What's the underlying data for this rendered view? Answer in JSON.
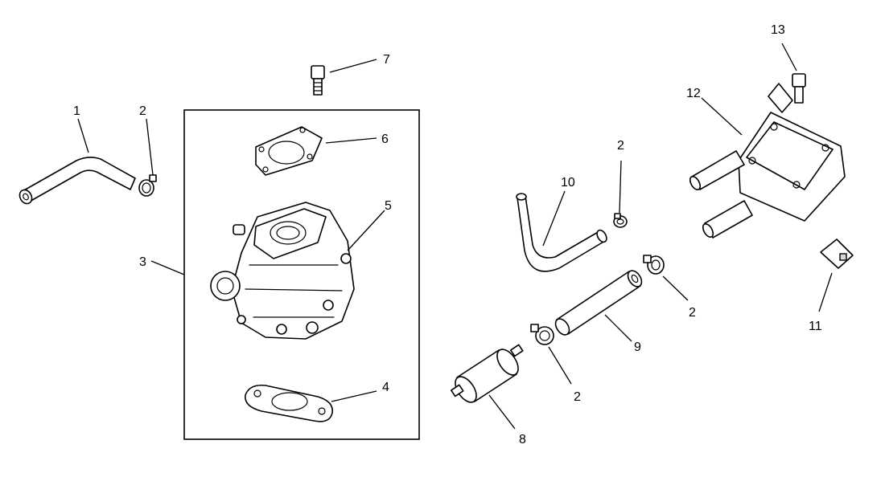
{
  "diagram": {
    "callouts": {
      "c1": "1",
      "c2a": "2",
      "c2b": "2",
      "c2c": "2",
      "c2d": "2",
      "c3": "3",
      "c4": "4",
      "c5": "5",
      "c6": "6",
      "c7": "7",
      "c8": "8",
      "c9": "9",
      "c10": "10",
      "c11": "11",
      "c12": "12",
      "c13": "13"
    }
  }
}
